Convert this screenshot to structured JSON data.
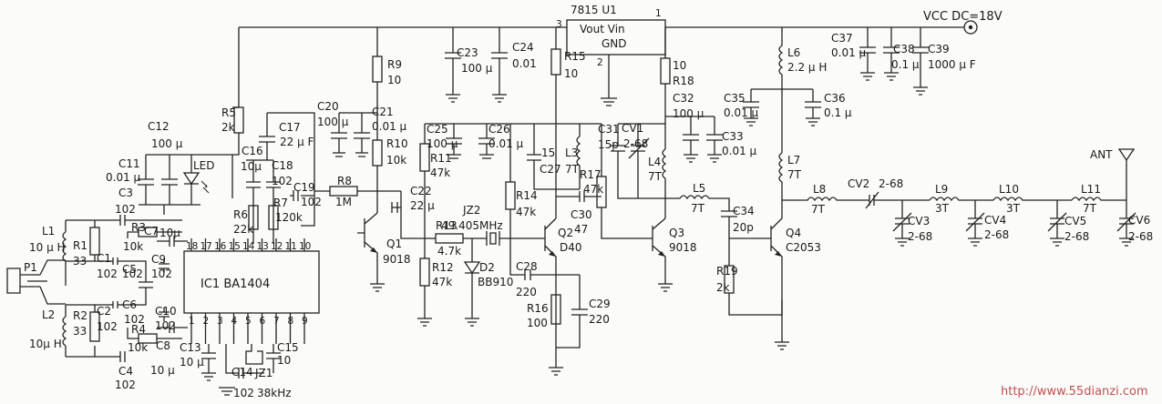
{
  "power": {
    "vcc": "VCC DC=18V",
    "reg_name": "7815 U1",
    "reg_body": "Vout Vin",
    "reg_gnd": "GND",
    "pin3": "3",
    "pin2": "2",
    "pin1": "1"
  },
  "ic": {
    "name": "IC1 BA1404",
    "pins_top": [
      "18",
      "17",
      "16",
      "15",
      "14",
      "13",
      "12",
      "11",
      "10"
    ],
    "pins_bottom": [
      "1",
      "2",
      "3",
      "4",
      "5",
      "6",
      "7",
      "8",
      "9"
    ]
  },
  "labels": {
    "L1": "L1",
    "L1v": "10 μ H",
    "L2": "L2",
    "L2v": "10μ H",
    "P1": "P1",
    "R1": "R1",
    "R1v": "33",
    "R2": "R2",
    "R2v": "33",
    "R3": "R3",
    "R3v": "10k",
    "R4": "R4",
    "R4v": "10k",
    "C1": "C1",
    "C1v": "102",
    "C2": "C2",
    "C2v": "102",
    "C3": "C3",
    "C3v": "102",
    "C4": "C4",
    "C4v": "102",
    "C5": "C5",
    "C5v": "102",
    "C6": "C6",
    "C6v": "102",
    "C7": "C7",
    "C7v": "10μ",
    "C8": "C8",
    "C8v": "10 μ",
    "C9": "C9",
    "C9v": "102",
    "C10": "C10",
    "C10v": "102",
    "C11": "C11",
    "C11v": "0.01 μ",
    "C12": "C12",
    "C12v": "100 μ",
    "LED": "LED",
    "R5": "R5",
    "R5v": "2k",
    "C13": "C13",
    "C13v": "10 μ",
    "C14": "C14",
    "C14v": "102",
    "JZ1": "JZ1",
    "JZ1v": "38kHz",
    "C15": "C15",
    "C15v": "10",
    "C16": "C16",
    "C16v": "10μ",
    "C17": "C17",
    "C17v": "22 μ F",
    "C18": "C18",
    "C18v": "102",
    "R6": "R6",
    "R6v": "22k",
    "R7": "R7",
    "R7v": "120k",
    "C19": "C19",
    "C19v": "102",
    "R8": "R8",
    "R8v": "1M",
    "C20": "C20",
    "C20v": "100 μ",
    "C21": "C21",
    "C21v": "0.01 μ",
    "R9": "R9",
    "R9v": "10",
    "R10": "R10",
    "R10v": "10k",
    "C22": "C22",
    "C22v": "22 μ",
    "Q1": "Q1",
    "Q1v": "9018",
    "C23": "C23",
    "C23v": "100 μ",
    "C24": "C24",
    "C24v": "0.01",
    "C25": "C25",
    "C25v": "100 μ",
    "C26": "C26",
    "C26v": "0.01 μ",
    "R11": "R11",
    "R11v": "47k",
    "R12": "R12",
    "R12v": "47k",
    "R13": "R13",
    "R13v": "4.7k",
    "JZ2": "JZ2",
    "JZ2v": "49.405MHz",
    "D2": "D2",
    "D2v": "BB910",
    "R14": "R14",
    "R14v": "47k",
    "R15": "R15",
    "R15v": "10",
    "C27": "C27",
    "L3": "L3",
    "L3v": "7T",
    "p15": "15",
    "Q2": "Q2",
    "Q2v": "D40",
    "C28": "C28",
    "C28v": "220",
    "C29": "C29",
    "C29v": "220",
    "R16": "R16",
    "R16v": "100",
    "C30": "C30",
    "C30v": "47",
    "R17": "R17",
    "R17v": "47k",
    "C31": "C31",
    "C31v": "15p",
    "CV1": "CV1",
    "CV1v": "2-68",
    "L4": "L4",
    "L4v": "7T",
    "R18": "R18",
    "R18v": "10",
    "C32": "C32",
    "C32v": "100 μ",
    "C33": "C33",
    "C33v": "0.01 μ",
    "Q3": "Q3",
    "Q3v": "9018",
    "L5": "L5",
    "L5v": "7T",
    "C34": "C34",
    "C34v": "20p",
    "R19": "R19",
    "R19v": "2k",
    "Q4": "Q4",
    "Q4v": "C2053",
    "L6": "L6",
    "L6v": "2.2 μ H",
    "C35": "C35",
    "C35v": "0.01 μ",
    "C36": "C36",
    "C36v": "0.1 μ",
    "C37": "C37",
    "C37v": "0.01 μ",
    "C38": "C38",
    "C38v": "0.1 μ",
    "C39": "C39",
    "C39v": "1000 μ F",
    "L7": "L7",
    "L7v": "7T",
    "L8": "L8",
    "L8v": "7T",
    "CV2": "CV2",
    "CV2v": "2-68",
    "L9": "L9",
    "L9v": "3T",
    "L10": "L10",
    "L10v": "3T",
    "L11": "L11",
    "L11v": "7T",
    "CV3": "CV3",
    "CV3v": "2-68",
    "CV4": "CV4",
    "CV4v": "2-68",
    "CV5": "CV5",
    "CV5v": "2-68",
    "CV6": "CV6",
    "CV6v": "2-68",
    "ANT": "ANT"
  },
  "watermark": "http://www.55dianzi.com"
}
